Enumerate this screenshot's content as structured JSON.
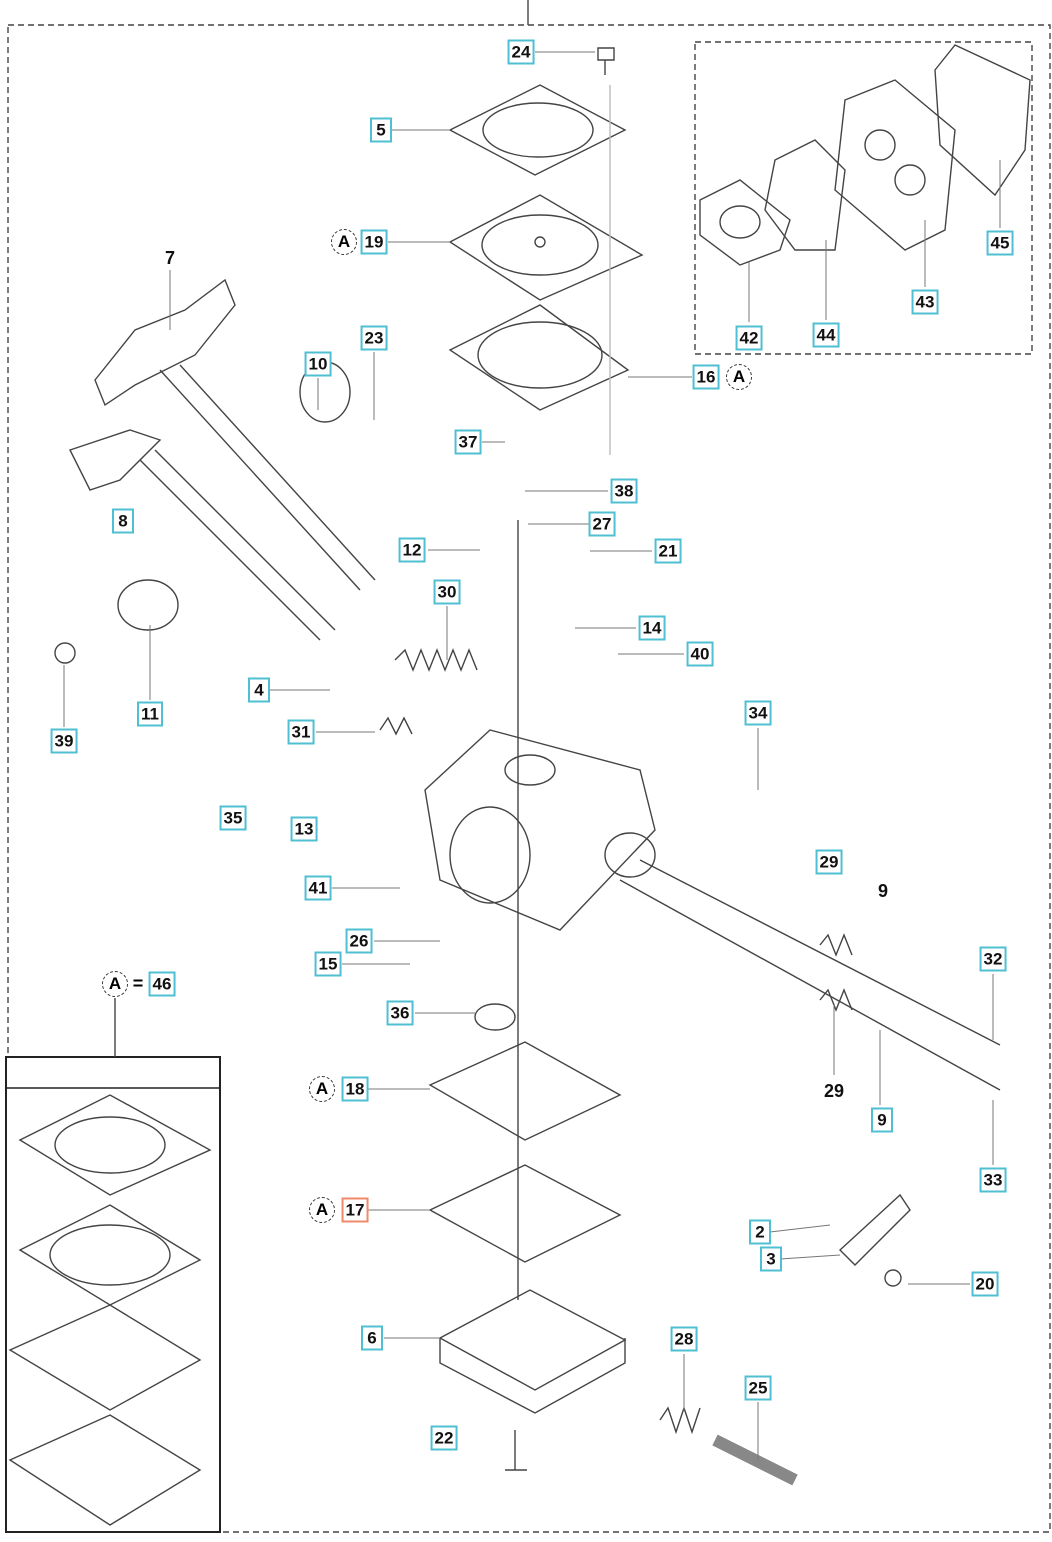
{
  "diagram": {
    "ref_marker": "A",
    "kit_equals": "=",
    "labels": {
      "l2": "2",
      "l3": "3",
      "l4": "4",
      "l5": "5",
      "l6": "6",
      "l7": "7",
      "l8": "8",
      "l9a": "9",
      "l9b": "9",
      "l10": "10",
      "l11": "11",
      "l12": "12",
      "l13": "13",
      "l14": "14",
      "l15": "15",
      "l16": "16",
      "l17": "17",
      "l18": "18",
      "l19": "19",
      "l20": "20",
      "l21": "21",
      "l22": "22",
      "l23": "23",
      "l24": "24",
      "l25": "25",
      "l26": "26",
      "l27": "27",
      "l28": "28",
      "l29a": "29",
      "l29b": "29",
      "l30": "30",
      "l31": "31",
      "l32": "32",
      "l33": "33",
      "l34": "34",
      "l35": "35",
      "l36": "36",
      "l37": "37",
      "l38": "38",
      "l39": "39",
      "l40": "40",
      "l41": "41",
      "l42": "42",
      "l43": "43",
      "l44": "44",
      "l45": "45",
      "l46": "46"
    },
    "colors": {
      "label_border": "#4fbfd2",
      "highlight_border": "#f08a6a",
      "line": "#555555"
    }
  }
}
